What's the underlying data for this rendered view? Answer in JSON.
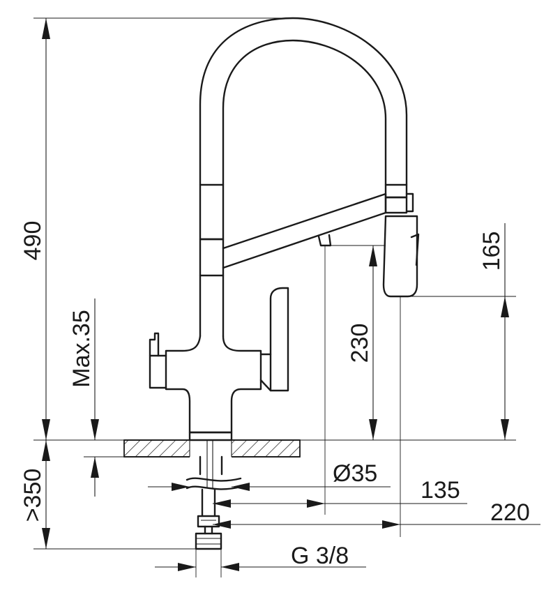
{
  "diagram": {
    "dimensions": {
      "total_height": "490",
      "max_thickness": "Max.35",
      "hose_length": ">350",
      "spout_height_mid": "230",
      "spray_height": "165",
      "hole_diameter": "Ø35",
      "reach_mid": "135",
      "reach_max": "220",
      "thread": "G 3/8"
    }
  }
}
